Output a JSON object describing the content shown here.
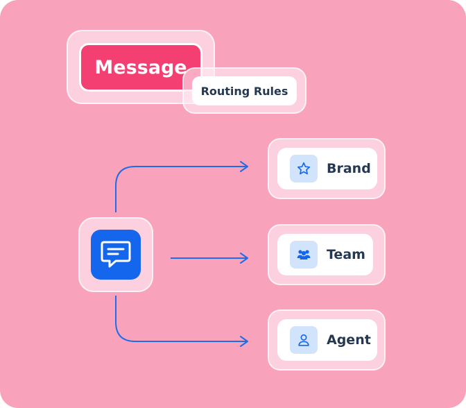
{
  "header": {
    "message_label": "Message",
    "routing_label": "Routing Rules"
  },
  "hub": {
    "icon": "chat-message-icon"
  },
  "destinations": [
    {
      "label": "Brand",
      "icon": "star-icon"
    },
    {
      "label": "Team",
      "icon": "team-icon"
    },
    {
      "label": "Agent",
      "icon": "user-icon"
    }
  ],
  "colors": {
    "background": "#f8a2bb",
    "message_pill": "#f43f73",
    "hub": "#1466ec",
    "connector": "#1f6ce8",
    "icon_tile": "#d2e4fb",
    "text_dark": "#243852"
  }
}
